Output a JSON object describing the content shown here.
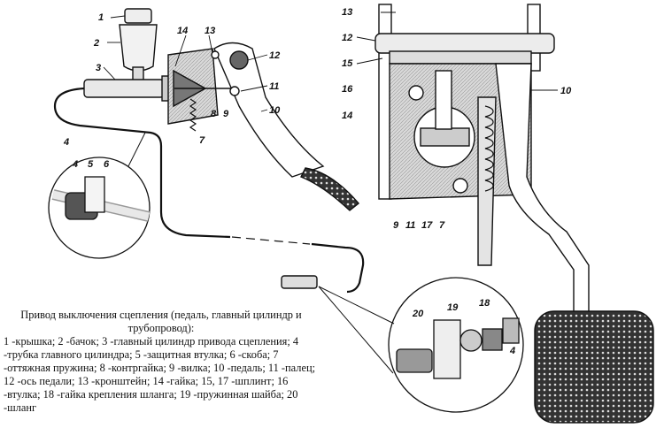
{
  "caption": {
    "title": "Привод выключения сцепления (педаль, главный цилиндр и трубопровод):",
    "body": "1 -крышка; 2 -бачок; 3 -главный цилиндр привода сцепления; 4 -трубка главного цилиндра; 5 -защитная втулка; 6 -скоба; 7 -оттяжная пружина; 8 -контргайка; 9 -вилка; 10 -педаль; 11 -палец; 12 -ось педали; 13 -кронштейн; 14 -гайка; 15, 17 -шплинт; 16 -втулка; 18 -гайка крепления шланга; 19 -пружинная шайба; 20 -шланг"
  },
  "callouts": {
    "left": {
      "n1": "1",
      "n2": "2",
      "n3": "3",
      "n4": "4",
      "n14": "14",
      "n13": "13",
      "n12": "12",
      "n11": "11",
      "n10": "10",
      "n9": "9",
      "n8": "8",
      "n7": "7"
    },
    "inset_left": {
      "n4": "4",
      "n5": "5",
      "n6": "6"
    },
    "right": {
      "n13": "13",
      "n12": "12",
      "n15": "15",
      "n16": "16",
      "n14": "14",
      "n10": "10",
      "n9": "9",
      "n11": "11",
      "n17": "17",
      "n7": "7"
    },
    "inset_bottom": {
      "n20": "20",
      "n19": "19",
      "n18": "18",
      "n4": "4"
    }
  }
}
